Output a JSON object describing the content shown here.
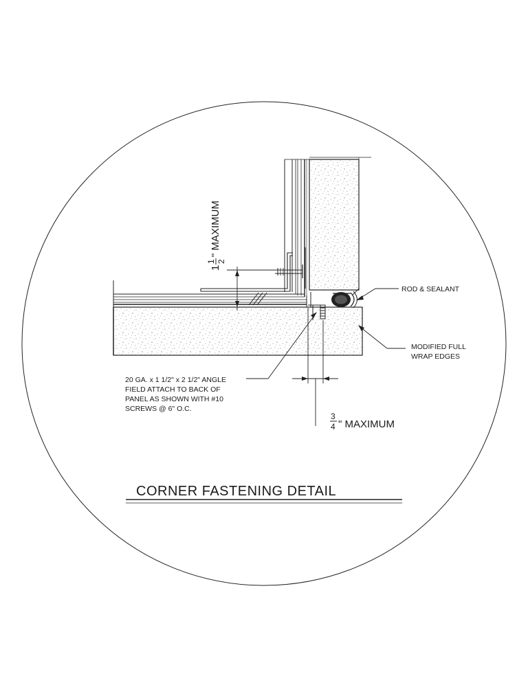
{
  "title": "CORNER FASTENING DETAIL",
  "callouts": {
    "rod_sealant": "ROD & SEALANT",
    "wrap_edges": [
      "MODIFIED FULL",
      "WRAP EDGES"
    ],
    "angle_note": [
      "20 GA. x 1 1/2\" x 2 1/2\" ANGLE",
      "FIELD ATTACH TO BACK OF",
      "PANEL AS SHOWN WITH #10",
      "SCREWS @ 6\" O.C."
    ]
  },
  "dimensions": {
    "vertical": {
      "whole": "1",
      "numerator": "1",
      "denominator": "2",
      "suffix": "\" MAXIMUM"
    },
    "horizontal": {
      "numerator": "3",
      "denominator": "4",
      "suffix": "\" MAXIMUM"
    }
  },
  "colors": {
    "line": "#1a1a1a",
    "background": "#ffffff"
  }
}
